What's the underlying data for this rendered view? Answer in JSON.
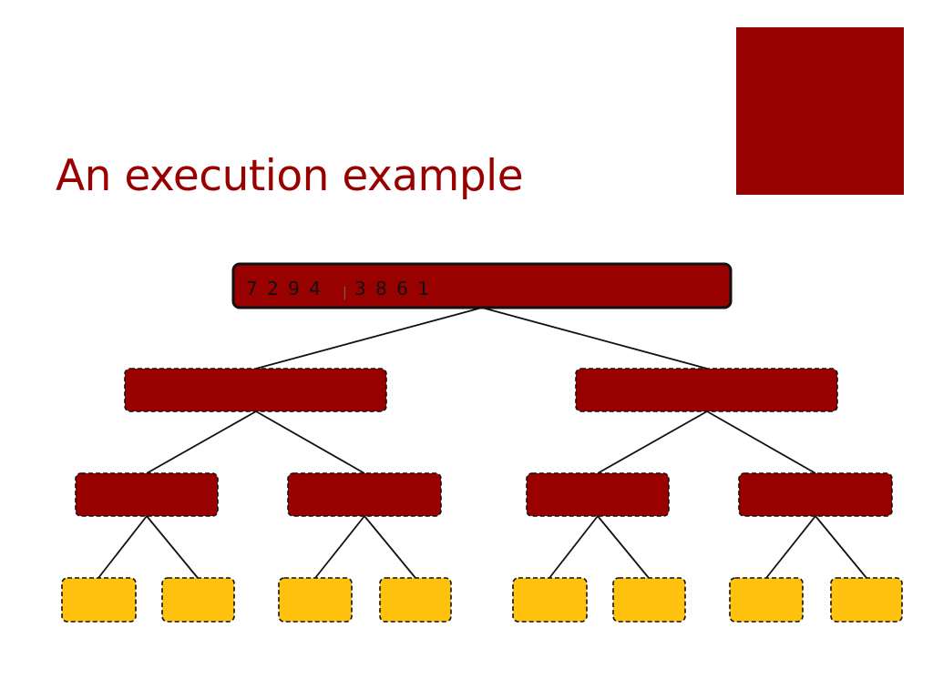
{
  "slide": {
    "title": "An execution example"
  },
  "colors": {
    "accent": "#990000",
    "leaf": "#FFC20E",
    "stroke": "#111111"
  },
  "tree": {
    "root": {
      "left_sequence": "7 2 9 4",
      "divider": "|",
      "right_sequence": "3 8 6 1"
    },
    "node_fill_by_level": [
      "accent",
      "accent",
      "accent",
      "leaf"
    ]
  }
}
